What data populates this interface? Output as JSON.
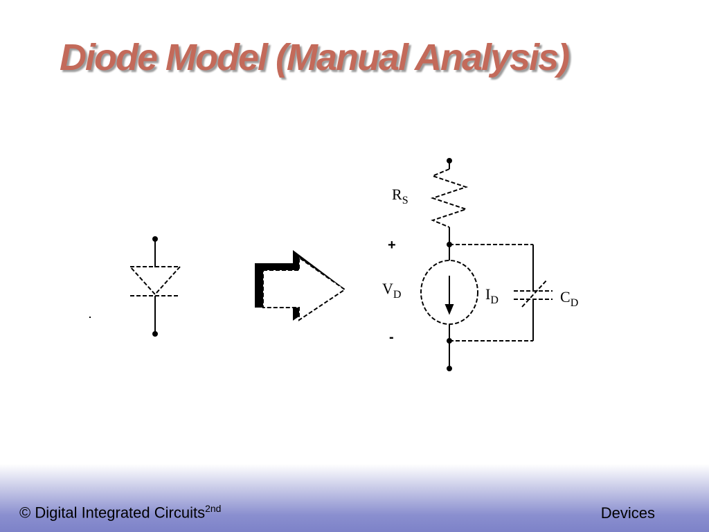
{
  "slide": {
    "title": "Diode Model (Manual Analysis)"
  },
  "diagram": {
    "labels": {
      "rs": {
        "main": "R",
        "sub": "S"
      },
      "vd": {
        "main": "V",
        "sub": "D"
      },
      "id": {
        "main": "I",
        "sub": "D"
      },
      "cd": {
        "main": "C",
        "sub": "D"
      },
      "plus": "+",
      "minus": "-"
    }
  },
  "footer": {
    "left": "© Digital Integrated Circuits",
    "left_sup": "2nd",
    "right": "Devices"
  }
}
